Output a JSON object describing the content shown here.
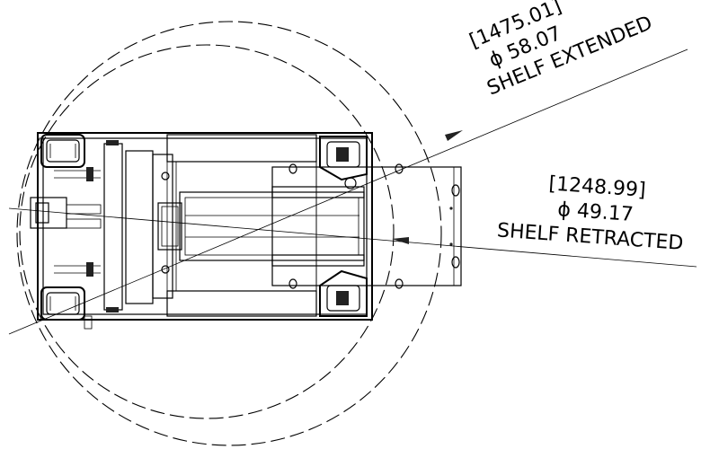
{
  "dimensions": {
    "extended": {
      "metric": "[1475.01]",
      "imperial": "ϕ 58.07",
      "label": "SHELF EXTENDED"
    },
    "retracted": {
      "metric": "[1248.99]",
      "imperial": "ϕ 49.17",
      "label": "SHELF RETRACTED"
    }
  }
}
